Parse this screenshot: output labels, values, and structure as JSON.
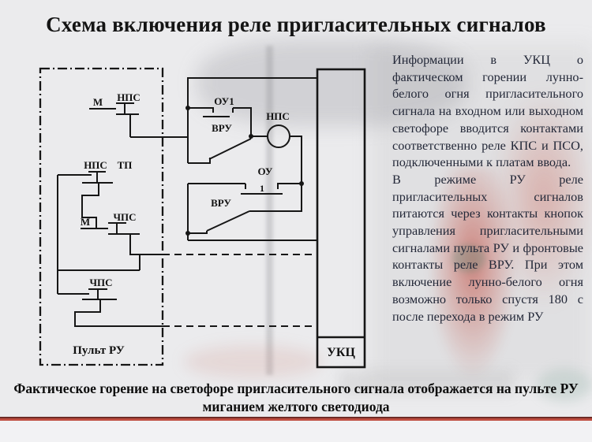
{
  "slide": {
    "title": "Схема включения реле пригласительных сигналов",
    "caption": "Фактическое горение на светофоре пригласительного сигнала отображается на пульте РУ миганием желтого светодиода",
    "background_color": "#ebebed",
    "accent_line_dark": "#6d2b26",
    "accent_line_bright": "#bf4d40"
  },
  "sidebar_text": {
    "paragraph_1": "Информации в УКЦ о фактическом горении лунно-белого огня пригласительного сигнала на входном или выходном светофоре вводится контактами соответственно реле КПС и ПСО, подключенными к платам ввода.",
    "paragraph_2": "В режиме РУ реле пригласительных сигналов питаются через контакты кнопок управления пригласительными сигналами пульта РУ и фронтовые контакты реле ВРУ. При этом включение лунно-белого огня возможно только спустя 180 с после перехода в режим РУ"
  },
  "diagram": {
    "panel_label": "Пульт РУ",
    "ukc_label": "УКЦ",
    "labels": {
      "m1": "М",
      "nps_btn1": "НПС",
      "ou1": "ОУ1",
      "vru1": "ВРУ",
      "nps_coil": "НПС",
      "nps_btn2": "НПС",
      "tp": "ТП",
      "ou2": "ОУ",
      "ou2_sub": "1",
      "vru2": "ВРУ",
      "m2": "М",
      "chps_btn1": "ЧПС",
      "chps_btn2": "ЧПС"
    }
  }
}
